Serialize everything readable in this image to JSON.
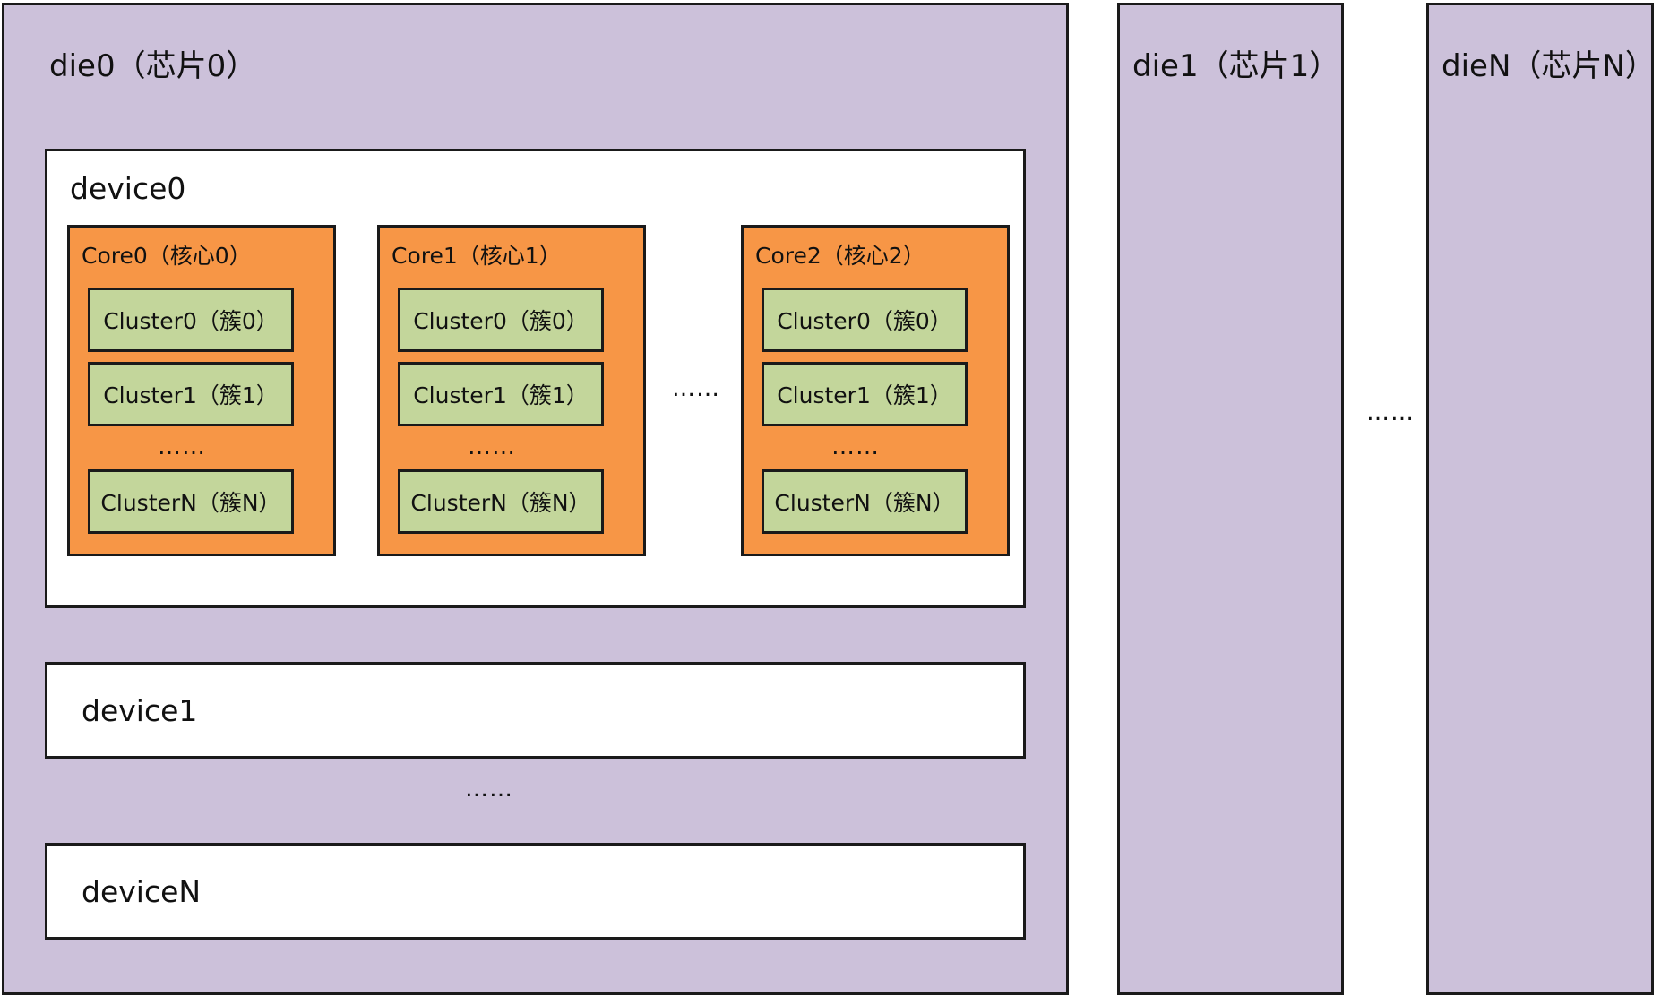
{
  "colors": {
    "die_fill": "#ccc1da",
    "device_fill": "#ffffff",
    "core_fill": "#f79646",
    "cluster_fill": "#c3d69b",
    "border": "#1a1a1a"
  },
  "dies": [
    {
      "title": "die0（芯片0）"
    },
    {
      "title": "die1（芯片1）"
    },
    {
      "title": "dieN（芯片N）"
    }
  ],
  "devices": [
    {
      "label": "device0"
    },
    {
      "label": "device1"
    },
    {
      "label": "deviceN"
    }
  ],
  "cores": [
    {
      "label": "Core0（核心0）",
      "clusters": [
        "Cluster0（簇0）",
        "Cluster1（簇1）",
        "ClusterN（簇N）"
      ],
      "ellipsis": "……"
    },
    {
      "label": "Core1（核心1）",
      "clusters": [
        "Cluster0（簇0）",
        "Cluster1（簇1）",
        "ClusterN（簇N）"
      ],
      "ellipsis": "……"
    },
    {
      "label": "Core2（核心2）",
      "clusters": [
        "Cluster0（簇0）",
        "Cluster1（簇1）",
        "ClusterN（簇N）"
      ],
      "ellipsis": "……"
    }
  ],
  "ellipses": {
    "between_cores": "……",
    "between_devices": "……",
    "between_dies": "……"
  }
}
